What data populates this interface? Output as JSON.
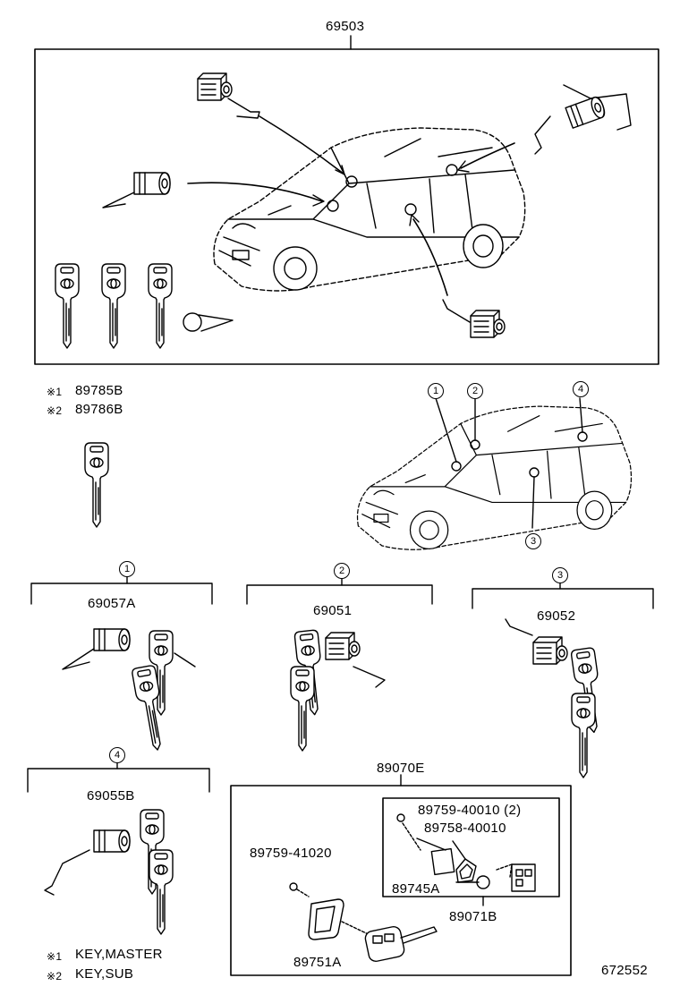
{
  "title_part": "69503",
  "key_notes": {
    "note1_mark": "※1",
    "note1_part": "89785B",
    "note2_mark": "※2",
    "note2_part": "89786B"
  },
  "callouts": [
    "1",
    "2",
    "3",
    "4"
  ],
  "groups": {
    "g1": {
      "callout": "1",
      "part": "69057A"
    },
    "g2": {
      "callout": "2",
      "part": "69051"
    },
    "g3": {
      "callout": "3",
      "part": "69052"
    },
    "g4": {
      "callout": "4",
      "part": "69055B"
    }
  },
  "transmitter": {
    "assembly": "89070E",
    "screw": "89759-41020",
    "cover": "89751A",
    "sub_screw": "89759-40010 (2)",
    "sub_cover": "89758-40010",
    "battery": "89745A",
    "sub_assembly": "89071B"
  },
  "legend": {
    "line1_mark": "※1",
    "line1_text": "KEY,MASTER",
    "line2_mark": "※2",
    "line2_text": "KEY,SUB"
  },
  "illustration_number": "672552"
}
